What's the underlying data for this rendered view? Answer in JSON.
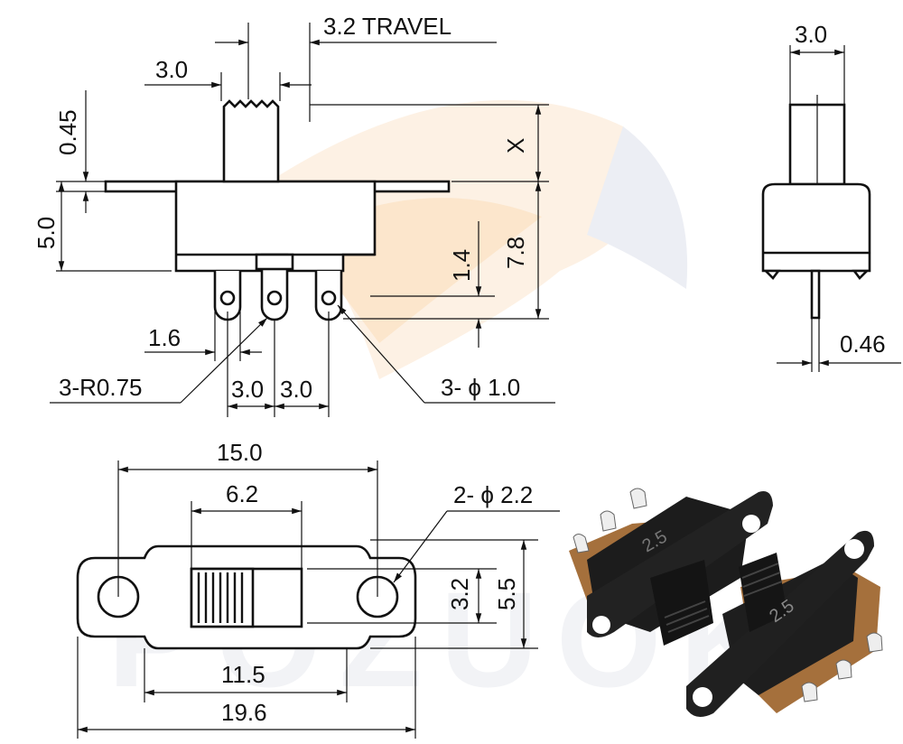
{
  "watermark": "POZUOK",
  "colors": {
    "line": "#111111",
    "watermark": "#f2f3f6",
    "logo_orange": "#fbe3c6",
    "switch_body": "#1a1a1a",
    "switch_base": "#b07c45"
  },
  "top_view": {
    "travel": "3.2 TRAVEL",
    "actuator_width": "3.0",
    "actuator_offset": "0.45",
    "body_height": "5.0",
    "x_label": "X",
    "total_height": "7.8",
    "pin_height": "1.4",
    "pin_width": "1.6",
    "radius": "3-R0.75",
    "pitch_1": "3.0",
    "pitch_2": "3.0",
    "hole": "3- ϕ 1.0"
  },
  "side_view": {
    "width": "3.0",
    "pin_thickness": "0.46"
  },
  "bottom_view": {
    "overall_mount": "15.0",
    "slot_length": "6.2",
    "mount_holes": "2- ϕ 2.2",
    "slot_height": "3.2",
    "body_height": "5.5",
    "body_length": "11.5",
    "total_length": "19.6"
  },
  "photo": {
    "marking_1": "2.5",
    "marking_2": "2.5"
  }
}
